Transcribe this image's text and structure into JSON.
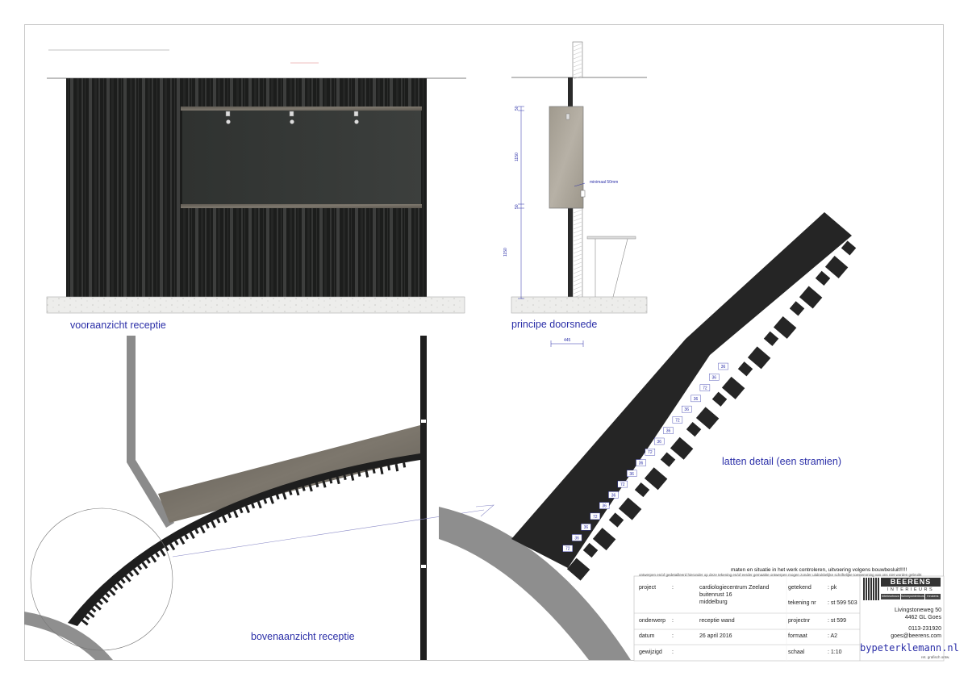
{
  "views": {
    "front": "vooraanzicht receptie",
    "section": "principe doorsnede",
    "top": "bovenaanzicht receptie",
    "detail": "latten detail (een stramien)"
  },
  "section_dims": {
    "d50_top": "50",
    "d1150_panel": "1150",
    "d50_bottom": "50",
    "d1150_lower": "1150",
    "d445": "445",
    "note": "minimaal 50mm"
  },
  "detail_dims": [
    "72",
    "36",
    "36",
    "72",
    "36",
    "36",
    "72",
    "36",
    "36",
    "72",
    "36",
    "36",
    "72",
    "36",
    "36",
    "72",
    "36",
    "36"
  ],
  "notes": {
    "main": "maten en situatie in het werk controleren, uitvoering volgens bouwbesluit!!!!!",
    "small": "ontwerpen en/of gedetailleerd hieronder op deze tekening en/of eerder gemaakte ontwerpen mogen zonder uitdrukkelijke schriftelijke toestemming van ons niet worden gebruikt"
  },
  "titleblock": {
    "project_label": "project",
    "project_value_1": "cardiologiecentrum Zeeland",
    "project_value_2": "buitenrust 16",
    "project_value_3": "middelburg",
    "onderwerp_label": "onderwerp",
    "onderwerp_value": "receptie wand",
    "datum_label": "datum",
    "datum_value": "26 april 2016",
    "gewijzigd_label": "gewijzigd",
    "getekend_label": "getekend",
    "getekend_value": ": pk",
    "tekening_label": "tekening nr",
    "tekening_value": ": st 599 503",
    "projectnr_label": "projectnr",
    "projectnr_value": ": st 599",
    "formaat_label": "formaat",
    "formaat_value": ": A2",
    "schaal_label": "schaal",
    "schaal_value": ": 1:10",
    "colon": ":"
  },
  "company": {
    "name": "BEERENS",
    "sub": "INTERIEURS",
    "tags": [
      "Interieurbouw",
      "Scheepsinterieurs",
      "Keukens"
    ],
    "address_1": "Livingstoneweg 50",
    "address_2": "4462 GL Goes",
    "phone": "0113-231920",
    "email": "goes@beerens.com",
    "signature": "bypeterklemann.nl",
    "sig_tag": "ret. grafisch ontw."
  }
}
